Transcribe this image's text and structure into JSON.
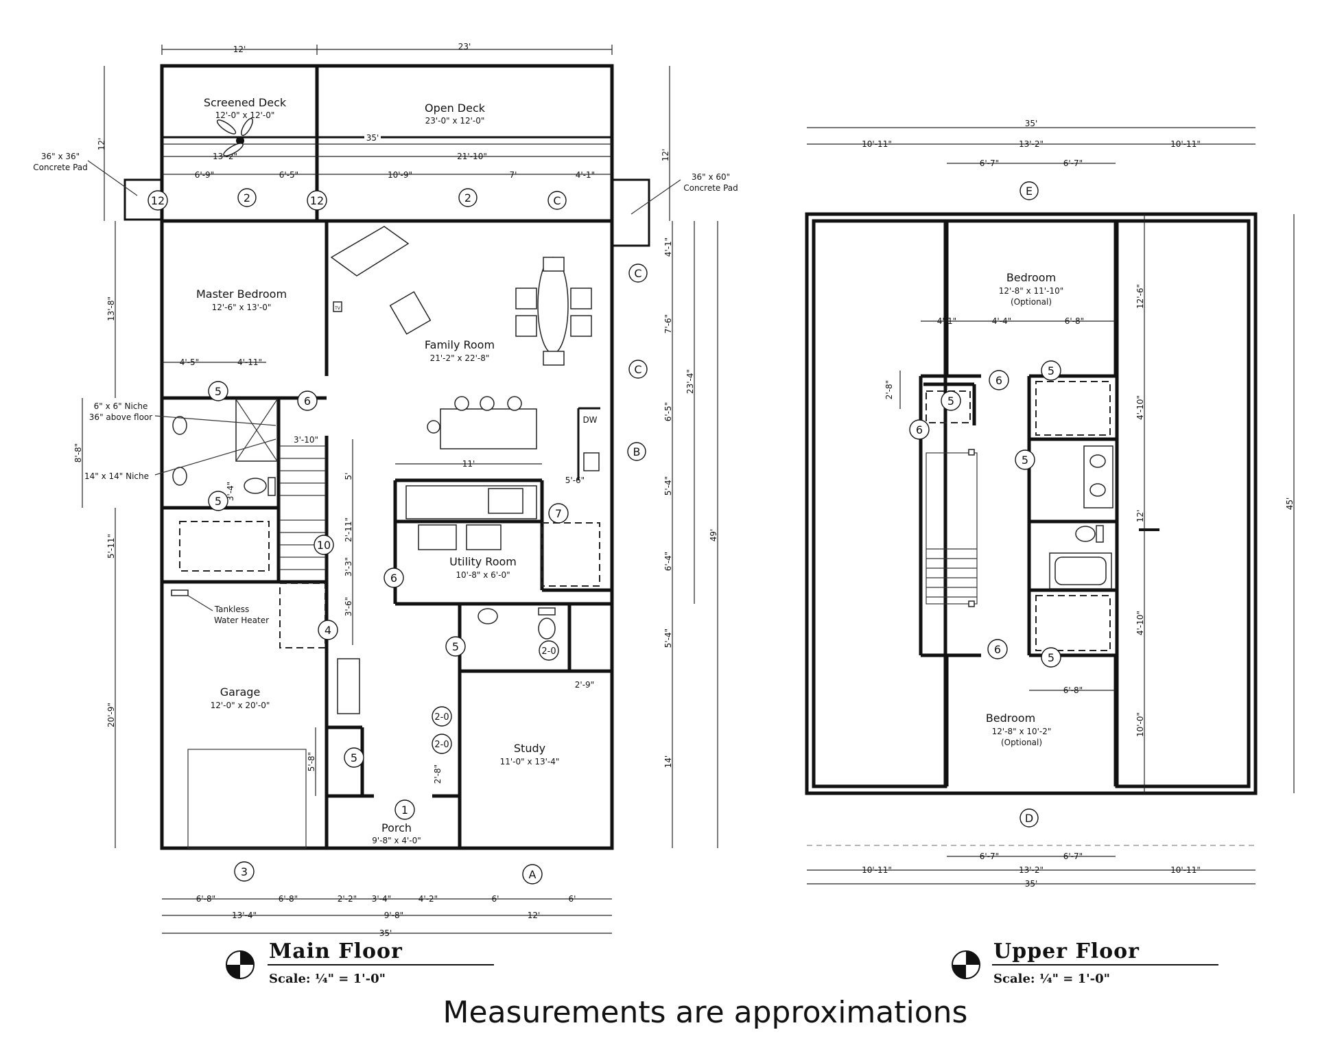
{
  "main_floor": {
    "title": "Main Floor",
    "scale": "Scale: ¼\" = 1'-0\"",
    "rooms": {
      "screened_deck": {
        "name": "Screened Deck",
        "size": "12'-0\" x 12'-0\""
      },
      "open_deck": {
        "name": "Open Deck",
        "size": "23'-0\" x 12'-0\""
      },
      "master_bedroom": {
        "name": "Master Bedroom",
        "size": "12'-6\" x 13'-0\""
      },
      "family_room": {
        "name": "Family Room",
        "size": "21'-2\" x 22'-8\""
      },
      "utility_room": {
        "name": "Utility Room",
        "size": "10'-8\" x 6'-0\""
      },
      "garage": {
        "name": "Garage",
        "size": "12'-0\" x 20'-0\""
      },
      "study": {
        "name": "Study",
        "size": "11'-0\" x 13'-4\""
      },
      "porch": {
        "name": "Porch",
        "size": "9'-8\" x 4'-0\""
      }
    },
    "notes": {
      "pad_left_1": "36\" x 36\"",
      "pad_left_2": "Concrete Pad",
      "pad_right_1": "36\" x 60\"",
      "pad_right_2": "Concrete Pad",
      "niche_1": "6\" x 6\" Niche",
      "niche_2": "36\" above floor",
      "niche_3": "14\" x 14\" Niche",
      "heater_1": "Tankless",
      "heater_2": "Water Heater",
      "dw": "DW",
      "tv": "TV"
    },
    "dims": {
      "top_12": "12'",
      "top_23": "23'",
      "deck_35": "35'",
      "deck_13_2": "13'-2\"",
      "deck_21_10": "21'-10\"",
      "d_6_9": "6'-9\"",
      "d_6_5": "6'-5\"",
      "d_10_9": "10'-9\"",
      "d_7": "7'",
      "d_4_1": "4'-1\"",
      "left_12": "12'",
      "left_13_8": "13'-8\"",
      "left_8_8": "8'-8\"",
      "left_5_11": "5'-11\"",
      "left_20_9": "20'-9\"",
      "right_12": "12'",
      "right_4_1": "4'-1\"",
      "right_7_6": "7'-6\"",
      "right_6_5": "6'-5\"",
      "right_5_4a": "5'-4\"",
      "right_6_4": "6'-4\"",
      "right_5_4b": "5'-4\"",
      "right_14": "14'",
      "right_23_4": "23'-4\"",
      "right_49": "49'",
      "mb_4_5": "4'-5\"",
      "mb_4_11": "4'-11\"",
      "d_3_10": "3'-10\"",
      "d_3_4": "3'-4\"",
      "d_5": "5'",
      "d_2_11": "2'-11\"",
      "d_3_3": "3'-3\"",
      "d_3_6": "3'-6\"",
      "d_11": "11'",
      "d_5_6": "5'-6\"",
      "d_2_9": "2'-9\"",
      "d_2_8": "2'-8\"",
      "d_5_8": "5'-8\"",
      "b1_6_8a": "6'-8\"",
      "b1_6_8b": "6'-8\"",
      "b1_2_2": "2'-2\"",
      "b1_3_4": "3'-4\"",
      "b1_4_2": "4'-2\"",
      "b1_6a": "6'",
      "b1_6b": "6'",
      "b2_13_4": "13'-4\"",
      "b2_9_8": "9'-8\"",
      "b2_12": "12'",
      "b3_35": "35'"
    },
    "tags": {
      "t12a": "12",
      "t2a": "2",
      "t12b": "12",
      "t2b": "2",
      "tCa": "C",
      "tCb": "C",
      "tCc": "C",
      "tB": "B",
      "t5a": "5",
      "t6a": "6",
      "t5b": "5",
      "t10": "10",
      "t6b": "6",
      "t7": "7",
      "t4": "4",
      "t5c": "5",
      "t20a": "2-0",
      "t20b": "2-0",
      "t20c": "2-0",
      "t5d": "5",
      "t1": "1",
      "t3": "3",
      "tA": "A"
    }
  },
  "upper_floor": {
    "title": "Upper Floor",
    "scale": "Scale: ¼\" = 1'-0\"",
    "rooms": {
      "bedroom_top": {
        "name": "Bedroom",
        "size": "12'-8\" x 11'-10\"",
        "note": "(Optional)"
      },
      "bedroom_bottom": {
        "name": "Bedroom",
        "size": "12'-8\" x 10'-2\"",
        "note": "(Optional)"
      }
    },
    "dims": {
      "top_35": "35'",
      "t_10_11a": "10'-11\"",
      "t_13_2": "13'-2\"",
      "t_10_11b": "10'-11\"",
      "t_6_7a": "6'-7\"",
      "t_6_7b": "6'-7\"",
      "i_4_1": "4'-1\"",
      "i_4_4": "4'-4\"",
      "i_6_8": "6'-8\"",
      "i_2_8": "2'-8\"",
      "i_6_8b": "6'-8\"",
      "r_12_6": "12'-6\"",
      "r_4_10a": "4'-10\"",
      "r_12": "12'",
      "r_4_10b": "4'-10\"",
      "r_10_0": "10'-0\"",
      "r_45": "45'",
      "b_6_7a": "6'-7\"",
      "b_6_7b": "6'-7\"",
      "b_10_11a": "10'-11\"",
      "b_13_2": "13'-2\"",
      "b_10_11b": "10'-11\"",
      "b_35": "35'"
    },
    "tags": {
      "tE": "E",
      "t6a": "6",
      "t5a": "5",
      "t5b": "5",
      "t6b": "6",
      "t5c": "5",
      "t6c": "6",
      "t5d": "5",
      "tD": "D"
    }
  },
  "footer": {
    "disclaimer": "Measurements are approximations"
  }
}
